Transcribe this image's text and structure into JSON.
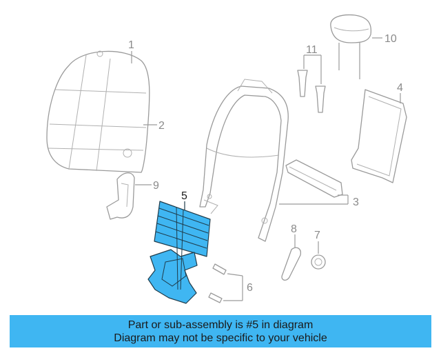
{
  "diagram": {
    "callouts": [
      "1",
      "2",
      "3",
      "4",
      "5",
      "6",
      "7",
      "8",
      "9",
      "10",
      "11"
    ],
    "highlighted_part": "5",
    "highlight_color": "#3fb6f2",
    "part_color": "#9a9a9a"
  },
  "banner": {
    "line1": "Part or sub-assembly is #5 in diagram",
    "line2": "Diagram may not be specific to your vehicle",
    "background": "#3fb6f2"
  }
}
